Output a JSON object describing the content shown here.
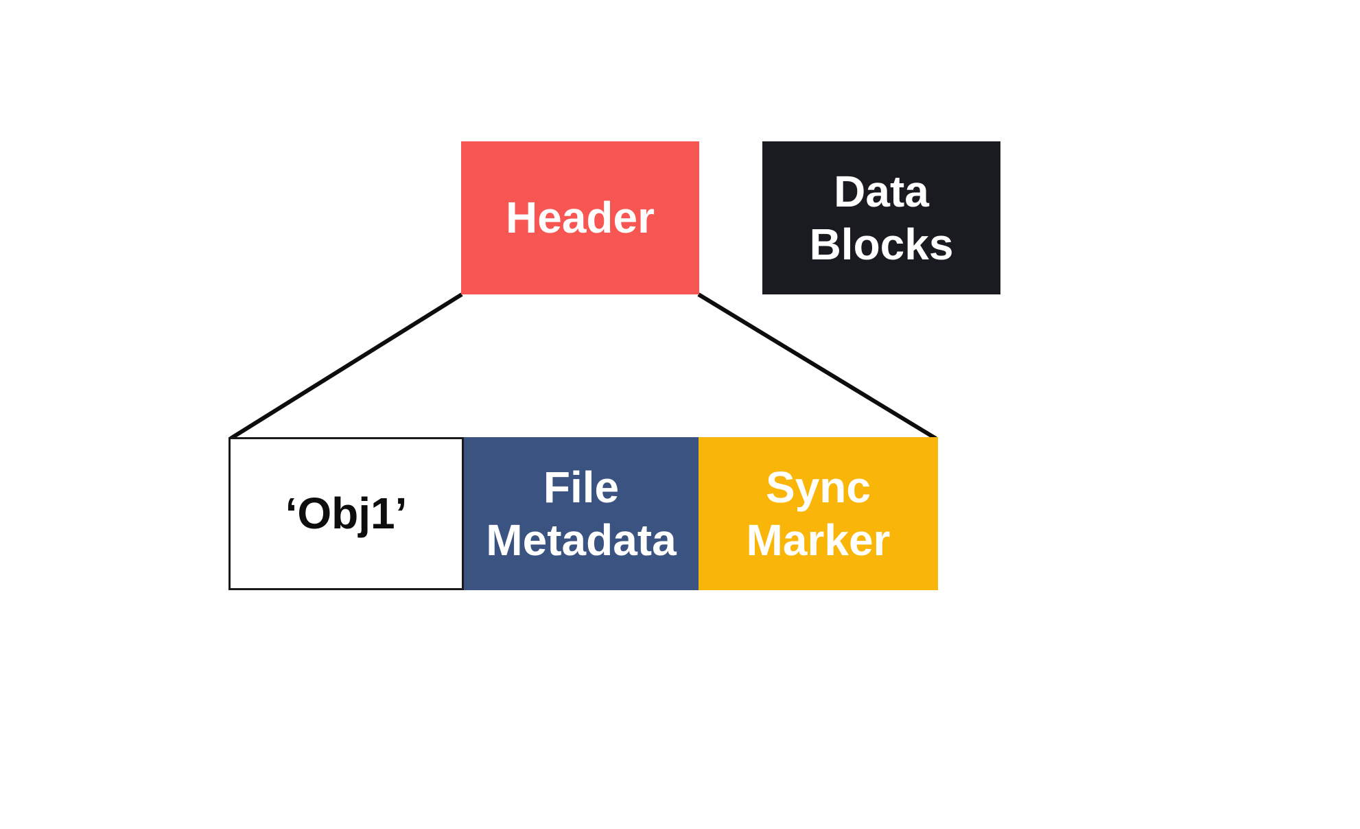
{
  "diagram": {
    "title": "file-format-structure",
    "top_row": {
      "header": {
        "label": "Header",
        "bg": "#f85653",
        "text_color": "#ffffff"
      },
      "data_blocks": {
        "label": "Data Blocks",
        "bg": "#1a1a21",
        "text_color": "#ffffff"
      }
    },
    "detail_row": {
      "obj1": {
        "label": "‘Obj1’",
        "bg": "#ffffff",
        "text_color": "#0d0d0d",
        "border_color": "#1a1a1a"
      },
      "file_metadata": {
        "label": "File Metadata",
        "bg": "#3b5381",
        "text_color": "#ffffff"
      },
      "sync_marker": {
        "label": "Sync Marker",
        "bg": "#f9b608",
        "text_color": "#ffffff"
      }
    },
    "connectors": {
      "color": "#0d0d0d",
      "description": "two lines fanning out from Header bottom corners to the detail row outer top corners"
    }
  }
}
